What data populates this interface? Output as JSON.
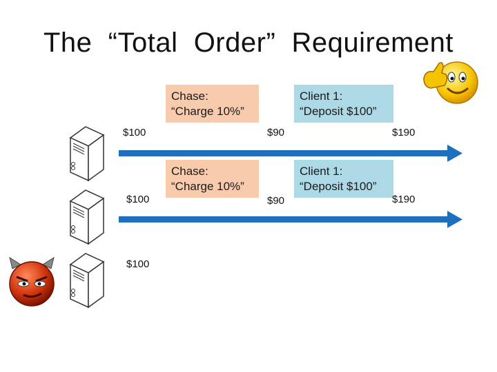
{
  "title": "The  “Total  Order”  Requirement",
  "row1": {
    "chase_box": [
      "Chase:",
      "“Charge 10%”"
    ],
    "client_box": [
      "Client 1:",
      "“Deposit $100”"
    ],
    "amounts": [
      "$100",
      "$90",
      "$190"
    ]
  },
  "row2": {
    "chase_box": [
      "Chase:",
      "“Charge 10%”"
    ],
    "client_box": [
      "Client 1:",
      "“Deposit $100”"
    ],
    "amounts": [
      "$100",
      "$90",
      "$190"
    ]
  },
  "row3": {
    "amounts": [
      "$100"
    ]
  },
  "colors": {
    "chase_fill": "#f8cbad",
    "client_fill": "#add8e6",
    "arrow": "#1f6fbf",
    "devil": "#c0300a"
  },
  "icons": [
    "server-icon",
    "thumbs-up-smiley-icon",
    "devil-face-icon",
    "timeline-arrow-icon"
  ]
}
